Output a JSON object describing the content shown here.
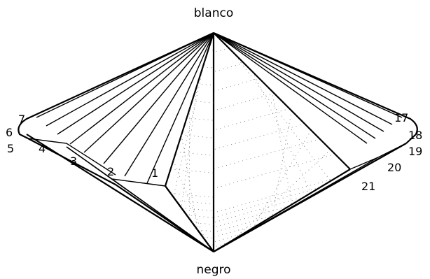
{
  "apex_top_label": "blanco",
  "apex_bottom_label": "negro",
  "left_labels": [
    "7",
    "6",
    "5",
    "4",
    "3",
    "2",
    "1"
  ],
  "right_labels": [
    "17",
    "18",
    "19",
    "20",
    "21"
  ],
  "colors": {
    "line": "#000000",
    "background": "#ffffff"
  }
}
